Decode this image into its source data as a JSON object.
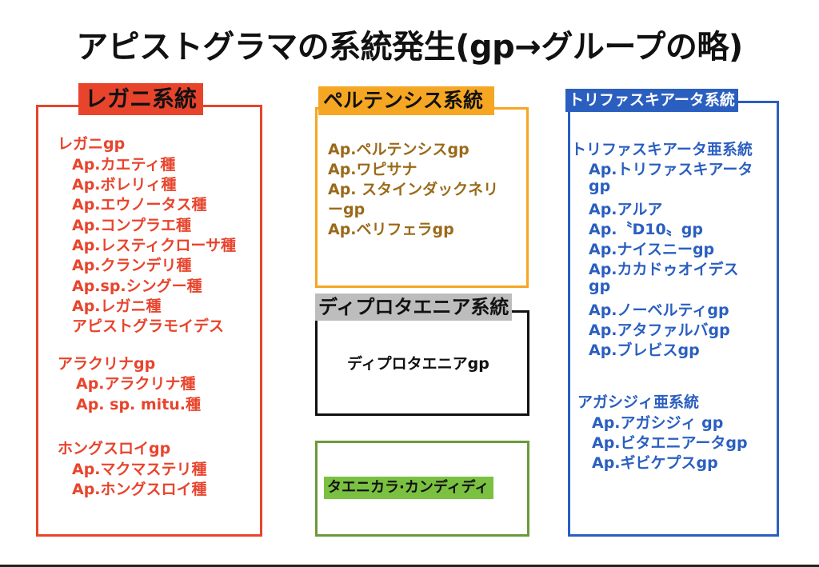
{
  "title": "アピストグラマの系統発生(gp→グループの略)",
  "colors": {
    "red": "#e8442c",
    "orange": "#f5a623",
    "brown": "#9a6a1a",
    "blue": "#2a5fc0",
    "gray": "#bdbdbd",
    "green": "#6b9a3a",
    "green_fill": "#7ac142"
  },
  "groups": {
    "agassizi_lineage": {
      "heading": "レガニ系統",
      "lines": [
        "レガニgp",
        "Ap.カエティ種",
        "Ap.ボレリィ種",
        "Ap.エウノータス種",
        "Ap.コンプラエ種",
        "Ap.レスティクローサ種",
        "Ap.クランデリ種",
        "Ap.sp.シングー種",
        "Ap.レガニ種",
        "アピストグラモイデス",
        "アラクリナgp",
        "Ap.アラクリナ種",
        "Ap. sp. mitu.種",
        "ホングスロイgp",
        "Ap.マクマステリ種",
        "Ap.ホングスロイ種"
      ]
    },
    "pertensis": {
      "heading": "ペルテンシス系統",
      "lines": [
        "Ap.ペルテンシスgp",
        "Ap.ワピサナ",
        "Ap. スタインダックネリ",
        "ーgp",
        "Ap.ベリフェラgp"
      ]
    },
    "diplotaenia": {
      "heading": "ディプロタエニア系統",
      "lines": [
        "ディプロタエニアgp"
      ]
    },
    "taeniacara": {
      "lines": [
        "タエニカラ·カンディディ"
      ]
    },
    "trifasciata": {
      "heading": "トリファスキアータ系統",
      "lines": [
        "トリファスキアータ亜系統",
        "Ap.トリファスキアータ",
        "gp",
        "Ap.アルア",
        "Ap.〝D10〟gp",
        "Ap.ナイスニーgp",
        "Ap.カカドゥオイデス",
        "gp",
        "Ap.ノーベルティgp",
        "Ap.アタファルバgp",
        "Ap.ブレビスgp",
        "アガシジィ亜系統",
        "Ap.アガシジィ gp",
        "Ap.ビタエニアータgp",
        "Ap.ギビケプスgp"
      ]
    }
  }
}
